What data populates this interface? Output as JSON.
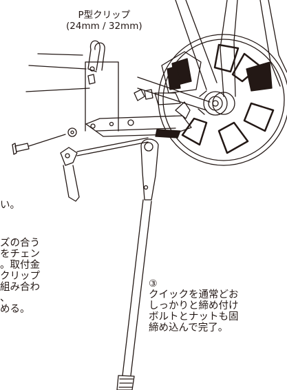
{
  "part_label": {
    "line1": "P型クリップ",
    "line2": "(24mm / 32mm)"
  },
  "left_text_top": "い。",
  "left_text_block": [
    "ズの合う",
    "をチェン",
    "。取付金",
    "クリップ",
    "組み合わ",
    "、",
    "める。"
  ],
  "step3": {
    "number": "③",
    "lines": [
      "クイックを通常どお",
      "しっかりと締め付け",
      "ボルトとナットも固",
      "締め込んで完了。"
    ]
  },
  "colors": {
    "line": "#231815",
    "background": "#ffffff"
  }
}
